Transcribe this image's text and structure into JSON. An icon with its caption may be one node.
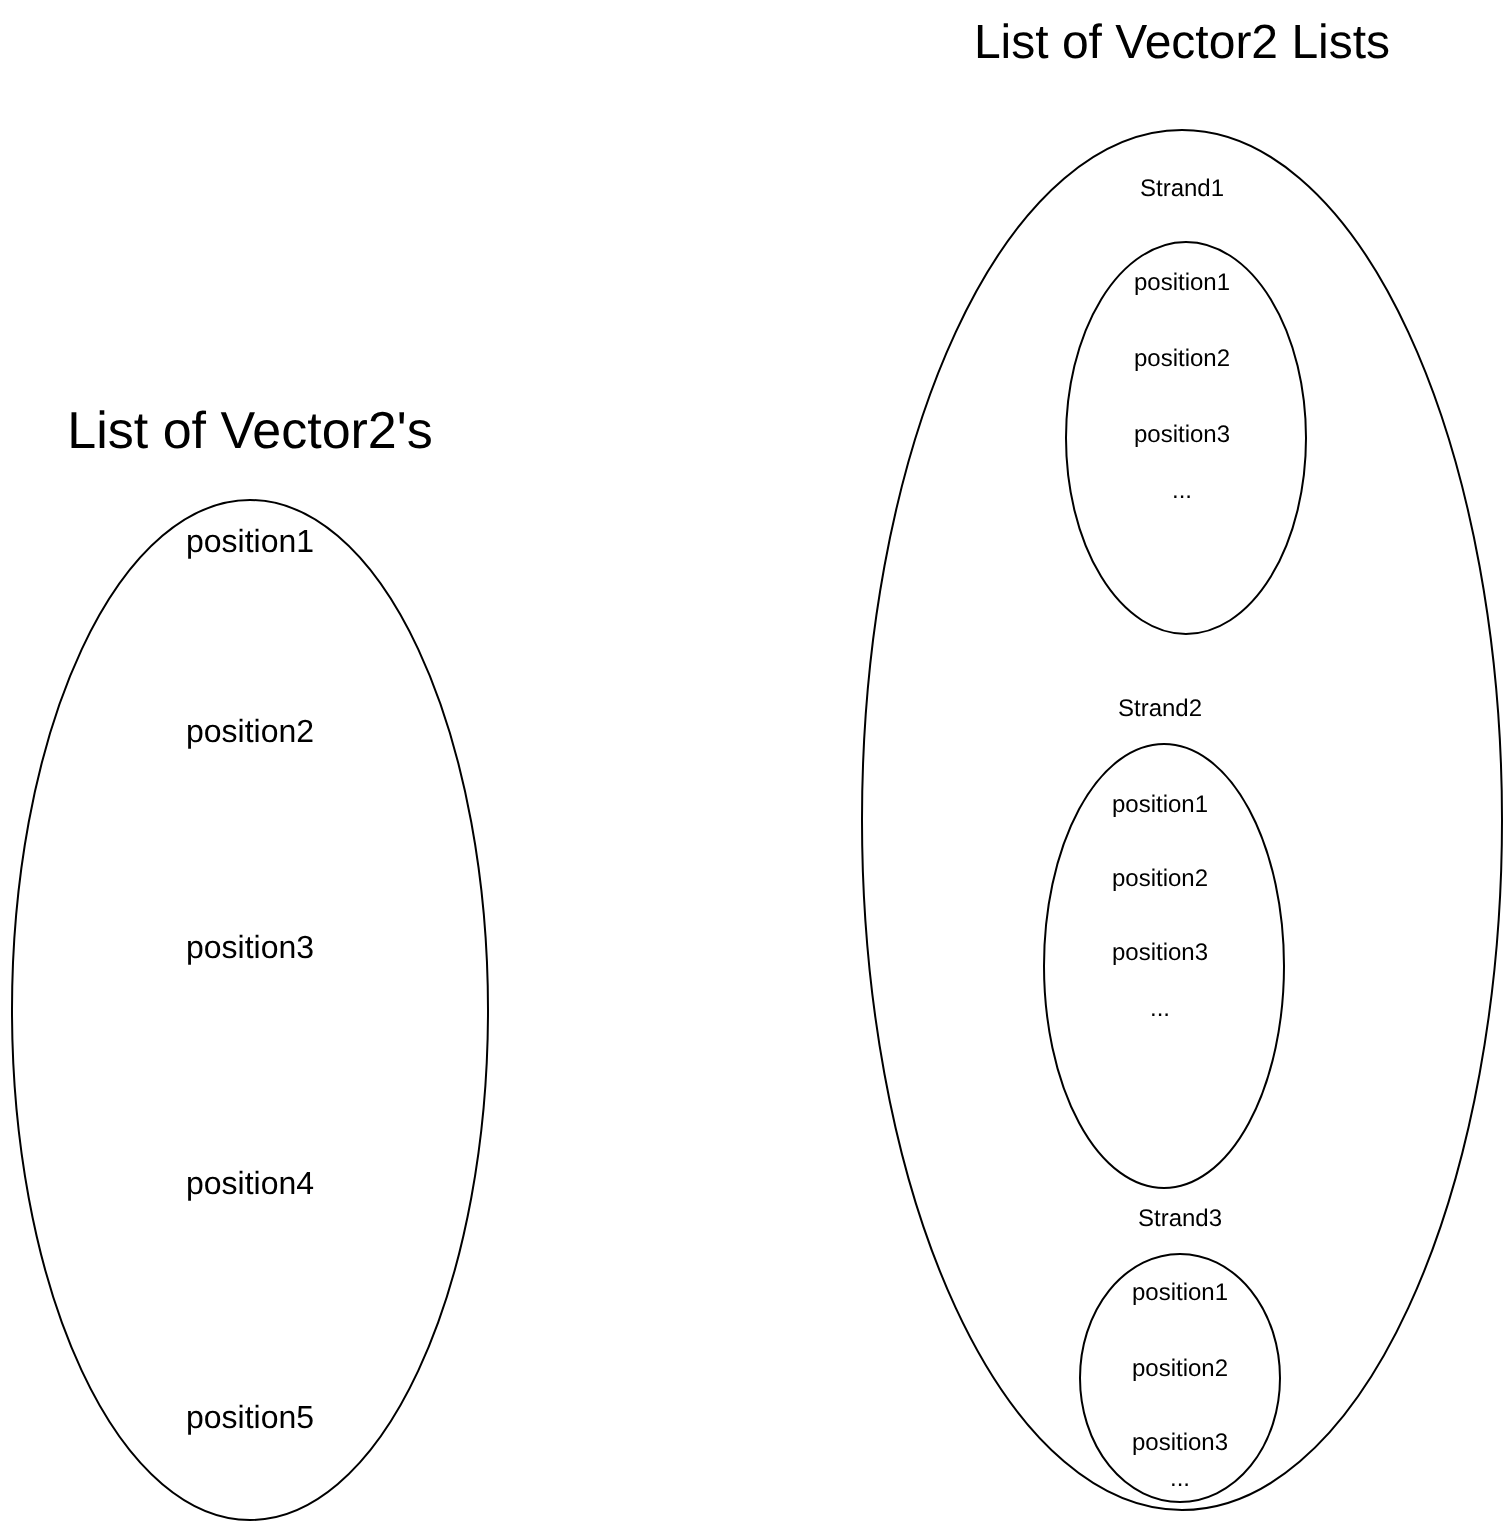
{
  "diagram": {
    "nodes": [
      {
        "text": [
          "List of Vector2's",
          "position1",
          "position2",
          "position3",
          "position4",
          "position5"
        ]
      },
      {
        "text": [
          "List of Vector2 Lists"
        ]
      },
      {
        "text": [
          "Strand1",
          "position1",
          "position2",
          "position3",
          "..."
        ],
        "in": 1
      },
      {
        "text": [
          "Strand2",
          "position1",
          "position2",
          "position3",
          "..."
        ],
        "in": 1
      },
      {
        "text": [
          "Strand3",
          "position1",
          "position2",
          "position3",
          "..."
        ],
        "in": 1
      }
    ]
  }
}
